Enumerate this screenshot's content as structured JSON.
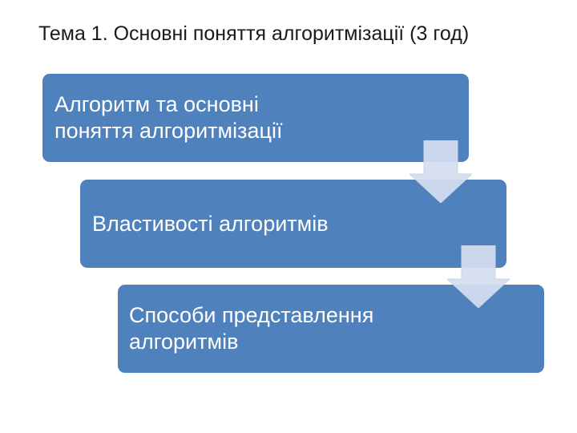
{
  "title": "Тема 1. Основні поняття алгоритмізації (3 год)",
  "steps": [
    {
      "line1": "Алгоритм та основні",
      "line2": "поняття алгоритмізації"
    },
    {
      "line1": "Властивості алгоритмів",
      "line2": ""
    },
    {
      "line1": "Способи представлення",
      "line2": "алгоритмів"
    }
  ],
  "colors": {
    "box_fill": "#4f81bd",
    "arrow_fill": "#d4deef",
    "text": "#ffffff"
  }
}
